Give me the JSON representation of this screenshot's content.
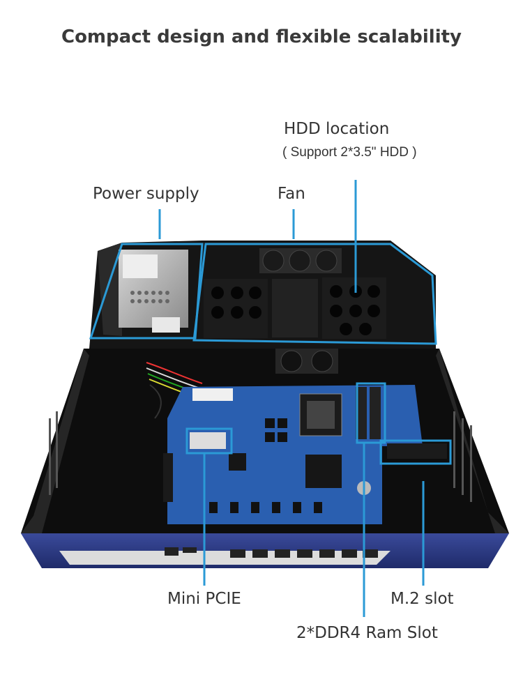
{
  "title": "Compact design and flexible scalability",
  "labels": {
    "hdd": "HDD location",
    "hdd_sub": "( Support 2*3.5\" HDD )",
    "power": "Power supply",
    "fan": "Fan",
    "mini_pcie": "Mini PCIE",
    "m2": "M.2 slot",
    "ddr4": "2*DDR4 Ram Slot"
  },
  "colors": {
    "callout": "#2b9ad6",
    "board": "#2a5fb0",
    "chassis": "#121212"
  }
}
